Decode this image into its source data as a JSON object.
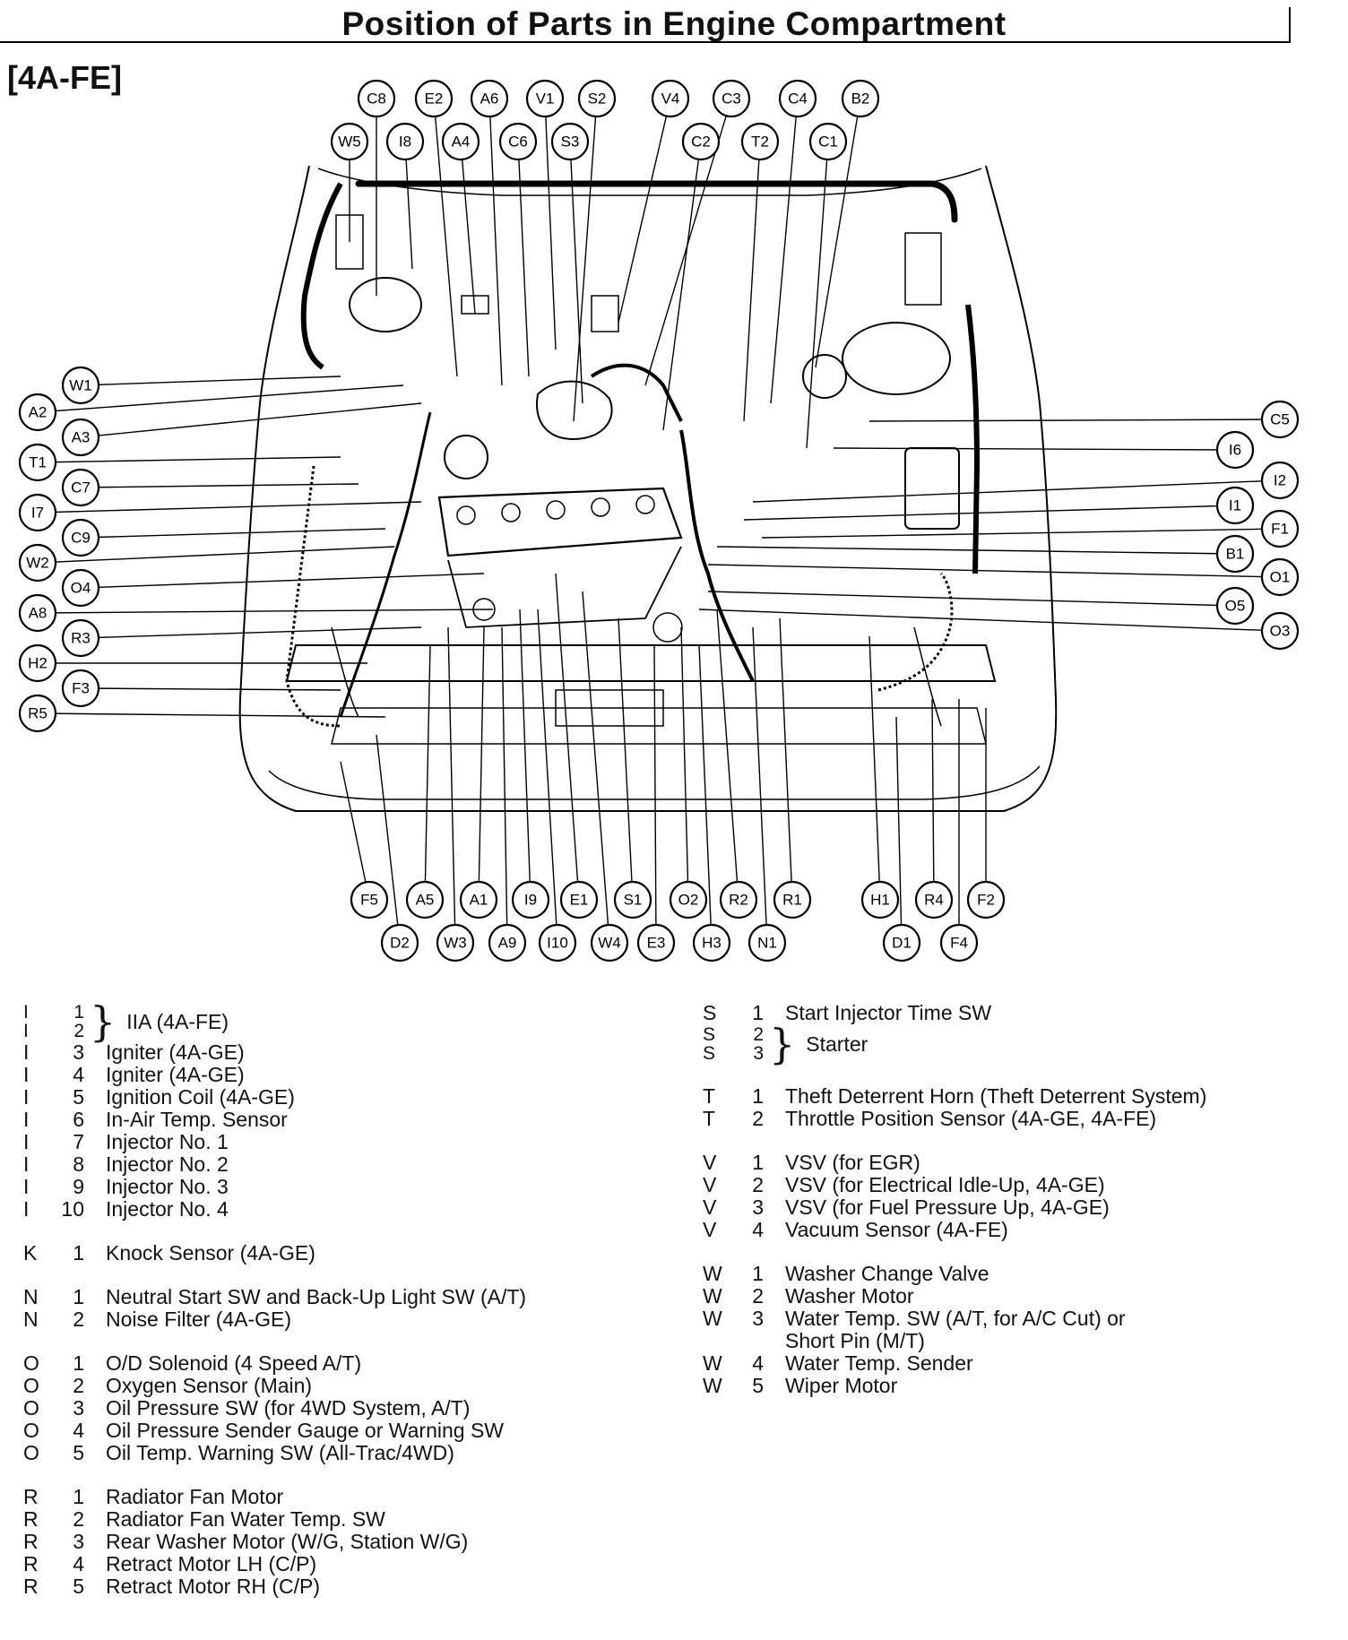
{
  "title": "Position of Parts in Engine Compartment",
  "model": "[4A-FE]",
  "callouts_top": [
    "C8",
    "E2",
    "A6",
    "V1",
    "S2",
    "V4",
    "C3",
    "C4",
    "B2",
    "W5",
    "I8",
    "A4",
    "C6",
    "S3",
    "C2",
    "T2",
    "C1"
  ],
  "callouts_left": [
    "W1",
    "A2",
    "A3",
    "T1",
    "C7",
    "I7",
    "C9",
    "W2",
    "O4",
    "A8",
    "R3",
    "H2",
    "F3",
    "R5"
  ],
  "callouts_right": [
    "C5",
    "I6",
    "I2",
    "I1",
    "F1",
    "B1",
    "O1",
    "O5",
    "O3"
  ],
  "callouts_bottom": [
    "F5",
    "A5",
    "A1",
    "I9",
    "E1",
    "S1",
    "O2",
    "R2",
    "R1",
    "H1",
    "R4",
    "F2",
    "D2",
    "W3",
    "A9",
    "I10",
    "W4",
    "E3",
    "H3",
    "N1",
    "D1",
    "F4"
  ],
  "legend_left": [
    {
      "brace": true,
      "letter": "I",
      "nums": [
        "1",
        "2"
      ],
      "desc": "IIA (4A-FE)"
    },
    {
      "group": [
        {
          "letter": "I",
          "num": "3",
          "desc": "Igniter (4A-GE)"
        },
        {
          "letter": "I",
          "num": "4",
          "desc": "Igniter (4A-GE)"
        },
        {
          "letter": "I",
          "num": "5",
          "desc": "Ignition Coil (4A-GE)"
        },
        {
          "letter": "I",
          "num": "6",
          "desc": "In-Air Temp. Sensor"
        },
        {
          "letter": "I",
          "num": "7",
          "desc": "Injector No. 1"
        },
        {
          "letter": "I",
          "num": "8",
          "desc": "Injector No. 2"
        },
        {
          "letter": "I",
          "num": "9",
          "desc": "Injector No. 3"
        },
        {
          "letter": "I",
          "num": "10",
          "desc": "Injector No. 4"
        }
      ]
    },
    {
      "group": [
        {
          "letter": "K",
          "num": "1",
          "desc": "Knock Sensor (4A-GE)"
        }
      ]
    },
    {
      "group": [
        {
          "letter": "N",
          "num": "1",
          "desc": "Neutral Start SW and Back-Up Light SW (A/T)"
        },
        {
          "letter": "N",
          "num": "2",
          "desc": "Noise Filter (4A-GE)"
        }
      ]
    },
    {
      "group": [
        {
          "letter": "O",
          "num": "1",
          "desc": "O/D Solenoid (4 Speed A/T)"
        },
        {
          "letter": "O",
          "num": "2",
          "desc": "Oxygen Sensor (Main)"
        },
        {
          "letter": "O",
          "num": "3",
          "desc": "Oil Pressure SW (for 4WD System, A/T)"
        },
        {
          "letter": "O",
          "num": "4",
          "desc": "Oil Pressure Sender Gauge or Warning SW"
        },
        {
          "letter": "O",
          "num": "5",
          "desc": "Oil Temp. Warning SW (All-Trac/4WD)"
        }
      ]
    },
    {
      "group": [
        {
          "letter": "R",
          "num": "1",
          "desc": "Radiator Fan Motor"
        },
        {
          "letter": "R",
          "num": "2",
          "desc": "Radiator Fan Water Temp. SW"
        },
        {
          "letter": "R",
          "num": "3",
          "desc": "Rear Washer Motor (W/G, Station W/G)"
        },
        {
          "letter": "R",
          "num": "4",
          "desc": "Retract Motor LH (C/P)"
        },
        {
          "letter": "R",
          "num": "5",
          "desc": "Retract Motor RH (C/P)"
        }
      ]
    }
  ],
  "legend_right": [
    {
      "group": [
        {
          "letter": "S",
          "num": "1",
          "desc": "Start Injector Time SW"
        }
      ],
      "brace_after": {
        "letter": "S",
        "nums": [
          "2",
          "3"
        ],
        "desc": "Starter"
      }
    },
    {
      "group": [
        {
          "letter": "T",
          "num": "1",
          "desc": "Theft Deterrent Horn (Theft Deterrent System)"
        },
        {
          "letter": "T",
          "num": "2",
          "desc": "Throttle Position Sensor (4A-GE, 4A-FE)"
        }
      ]
    },
    {
      "group": [
        {
          "letter": "V",
          "num": "1",
          "desc": "VSV (for EGR)"
        },
        {
          "letter": "V",
          "num": "2",
          "desc": "VSV (for Electrical Idle-Up, 4A-GE)"
        },
        {
          "letter": "V",
          "num": "3",
          "desc": "VSV (for Fuel Pressure Up, 4A-GE)"
        },
        {
          "letter": "V",
          "num": "4",
          "desc": "Vacuum Sensor (4A-FE)"
        }
      ]
    },
    {
      "group": [
        {
          "letter": "W",
          "num": "1",
          "desc": "Washer Change Valve"
        },
        {
          "letter": "W",
          "num": "2",
          "desc": "Washer Motor"
        },
        {
          "letter": "W",
          "num": "3",
          "desc": "Water Temp. SW (A/T, for A/C Cut) or"
        },
        {
          "letter": "",
          "num": "",
          "desc": "Short Pin (M/T)"
        },
        {
          "letter": "W",
          "num": "4",
          "desc": "Water Temp. Sender"
        },
        {
          "letter": "W",
          "num": "5",
          "desc": "Wiper Motor"
        }
      ]
    }
  ]
}
